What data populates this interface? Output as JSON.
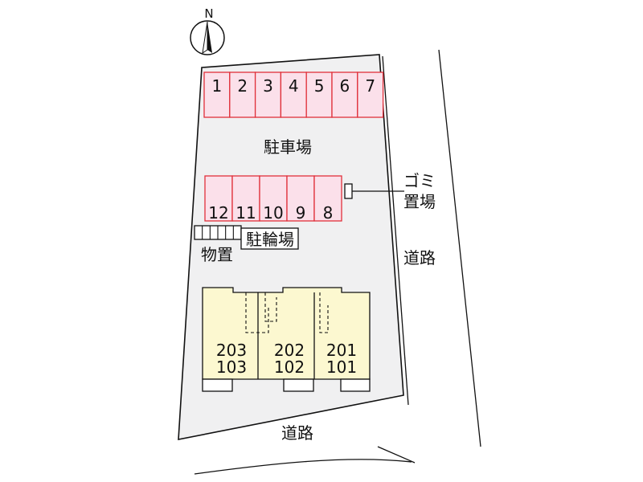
{
  "compass": {
    "label": "N"
  },
  "parking": {
    "label": "駐車場",
    "top_row": [
      "1",
      "2",
      "3",
      "4",
      "5",
      "6",
      "7"
    ],
    "bottom_row": [
      "12",
      "11",
      "10",
      "9",
      "8"
    ]
  },
  "trash": {
    "line1": "ゴミ",
    "line2": "置場"
  },
  "bicycle": {
    "label": "駐輪場"
  },
  "storage": {
    "label": "物置"
  },
  "units": [
    {
      "upper": "203",
      "lower": "103"
    },
    {
      "upper": "202",
      "lower": "102"
    },
    {
      "upper": "201",
      "lower": "101"
    }
  ],
  "roads": {
    "east": "道路",
    "south": "道路"
  },
  "colors": {
    "lot": "#f0f0f1",
    "parking_fill": "#fbe0ea",
    "parking_stroke": "#e0303a",
    "building_fill": "#fcf8d0"
  }
}
